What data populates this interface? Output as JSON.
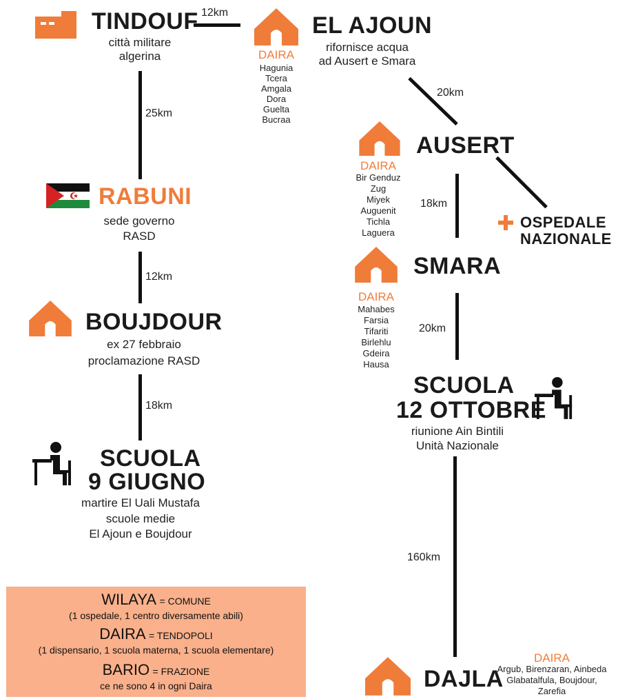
{
  "colors": {
    "accent": "#f07c3a",
    "line": "#111111",
    "legend_bg": "#f9b08b"
  },
  "nodes": {
    "tindouf": {
      "name": "TINDOUF",
      "sub1": "città militare",
      "sub2": "algerina",
      "icon": "building-icon"
    },
    "el_ajoun": {
      "name": "EL AJOUN",
      "sub1": "rifornisce acqua",
      "sub2": "ad Ausert e Smara",
      "daira_label": "DAIRA",
      "dairas": [
        "Hagunia",
        "Tcera",
        "Amgala",
        "Dora",
        "Guelta",
        "Bucraa"
      ],
      "icon": "tent-icon"
    },
    "rabuni": {
      "name": "RABUNI",
      "sub1": "sede governo",
      "sub2": "RASD",
      "icon": "flag-icon"
    },
    "boujdour": {
      "name": "BOUJDOUR",
      "sub1": "ex 27 febbraio",
      "sub2": "proclamazione RASD",
      "icon": "tent-icon"
    },
    "scuola9": {
      "name1": "SCUOLA",
      "name2": "9 GIUGNO",
      "sub1": "martire El Uali Mustafa",
      "sub2": "scuole medie",
      "sub3": "El Ajoun e Boujdour",
      "icon": "student-desk-icon"
    },
    "ausert": {
      "name": "AUSERT",
      "daira_label": "DAIRA",
      "dairas": [
        "Bir Genduz",
        "Zug",
        "Miyek",
        "Auguenit",
        "Tichla",
        "Laguera"
      ],
      "icon": "tent-icon"
    },
    "ospedale": {
      "name1": "OSPEDALE",
      "name2": "NAZIONALE",
      "icon": "medical-cross-icon"
    },
    "smara": {
      "name": "SMARA",
      "daira_label": "DAIRA",
      "dairas": [
        "Mahabes",
        "Farsia",
        "Tifariti",
        "Birlehlu",
        "Gdeira",
        "Hausa"
      ],
      "icon": "tent-icon"
    },
    "scuola12": {
      "name1": "SCUOLA",
      "name2": "12 OTTOBRE",
      "sub1": "riunione Ain Bintili",
      "sub2": "Unità Nazionale",
      "icon": "student-desk-icon"
    },
    "dajla": {
      "name": "DAJLA",
      "daira_label": "DAIRA",
      "dairas_line1": "Argub, Birenzaran, Ainbeda",
      "dairas_line2": "Glabatalfula, Boujdour,",
      "dairas_line3": "Zarefia",
      "icon": "tent-icon"
    }
  },
  "distances": {
    "tindouf_el_ajoun": "12km",
    "tindouf_rabuni": "25km",
    "rabuni_boujdour": "12km",
    "boujdour_scuola9": "18km",
    "el_ajoun_ausert": "20km",
    "ausert_smara": "18km",
    "smara_scuola12": "20km",
    "scuola12_dajla": "160km"
  },
  "legend": {
    "wilaya_term": "WILAYA",
    "wilaya_eq": "= COMUNE",
    "wilaya_desc": "(1 ospedale, 1 centro diversamente abili)",
    "daira_term": "DAIRA",
    "daira_eq": "= TENDOPOLI",
    "daira_desc": "(1 dispensario, 1 scuola materna, 1 scuola elementare)",
    "bario_term": "BARIO",
    "bario_eq": "= FRAZIONE",
    "bario_desc": "ce ne sono 4 in ogni Daira"
  }
}
